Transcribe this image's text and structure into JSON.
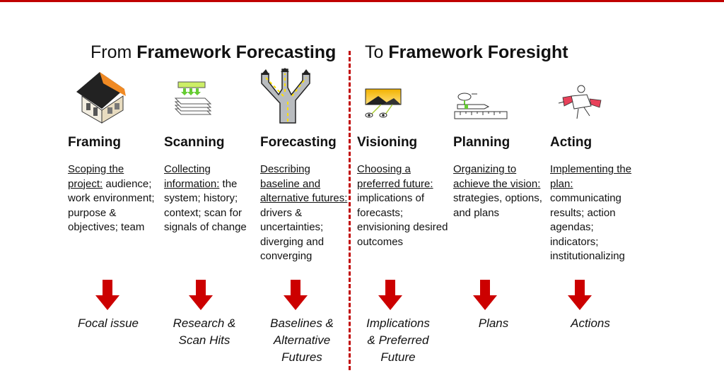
{
  "headings": {
    "left_prefix": "From",
    "left_bold": "Framework Forecasting",
    "right_prefix": "To",
    "right_bold": "Framework Foresight"
  },
  "stages": [
    {
      "name": "Framing",
      "underlined": "Scoping the project:",
      "rest": " audience; work environment; purpose & objectives; team",
      "outcome": "Focal issue",
      "icon": "house-icon"
    },
    {
      "name": "Scanning",
      "underlined": "Collecting information:",
      "rest": " the system; history; context; scan for signals of change",
      "outcome": "Research &\nScan Hits",
      "icon": "stacked-layers-icon"
    },
    {
      "name": "Forecasting",
      "underlined": "Describing baseline and alternative futures:",
      "rest": " drivers & uncertainties; diverging and converging",
      "outcome": "Baselines &\nAlternative\nFutures",
      "icon": "road-fork-icon"
    },
    {
      "name": "Visioning",
      "underlined": "Choosing a preferred future:",
      "rest": " implications of forecasts; envisioning desired outcomes",
      "outcome": "Implications\n& Preferred\nFuture",
      "icon": "vision-eyes-icon"
    },
    {
      "name": "Planning",
      "underlined": "Organizing to achieve the vision:",
      "rest": " strategies, options, and plans",
      "outcome": "Plans",
      "icon": "ruler-pencil-icon"
    },
    {
      "name": "Acting",
      "underlined": "Implementing the plan:",
      "rest": " communicating results; action agendas; indicators; institutionalizing",
      "outcome": "Actions",
      "icon": "running-figure-icon"
    }
  ],
  "colors": {
    "accent": "#c00000",
    "arrow": "#cc0000"
  }
}
